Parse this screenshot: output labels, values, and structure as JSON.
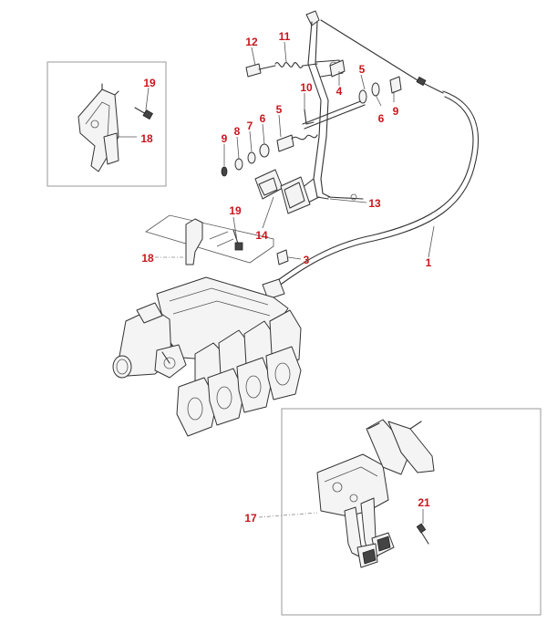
{
  "callouts": [
    {
      "id": "c1",
      "text": "1"
    },
    {
      "id": "c3",
      "text": "3"
    },
    {
      "id": "c4",
      "text": "4"
    },
    {
      "id": "c5a",
      "text": "5"
    },
    {
      "id": "c5b",
      "text": "5"
    },
    {
      "id": "c6a",
      "text": "6"
    },
    {
      "id": "c6b",
      "text": "6"
    },
    {
      "id": "c7",
      "text": "7"
    },
    {
      "id": "c8",
      "text": "8"
    },
    {
      "id": "c9a",
      "text": "9"
    },
    {
      "id": "c9b",
      "text": "9"
    },
    {
      "id": "c10",
      "text": "10"
    },
    {
      "id": "c11",
      "text": "11"
    },
    {
      "id": "c12",
      "text": "12"
    },
    {
      "id": "c13",
      "text": "13"
    },
    {
      "id": "c14",
      "text": "14"
    },
    {
      "id": "c17",
      "text": "17"
    },
    {
      "id": "c18a",
      "text": "18"
    },
    {
      "id": "c18b",
      "text": "18"
    },
    {
      "id": "c19a",
      "text": "19"
    },
    {
      "id": "c19b",
      "text": "19"
    },
    {
      "id": "c21",
      "text": "21"
    }
  ],
  "colors": {
    "label": "#c8161d",
    "line": "#333333",
    "frame": "#999999"
  }
}
